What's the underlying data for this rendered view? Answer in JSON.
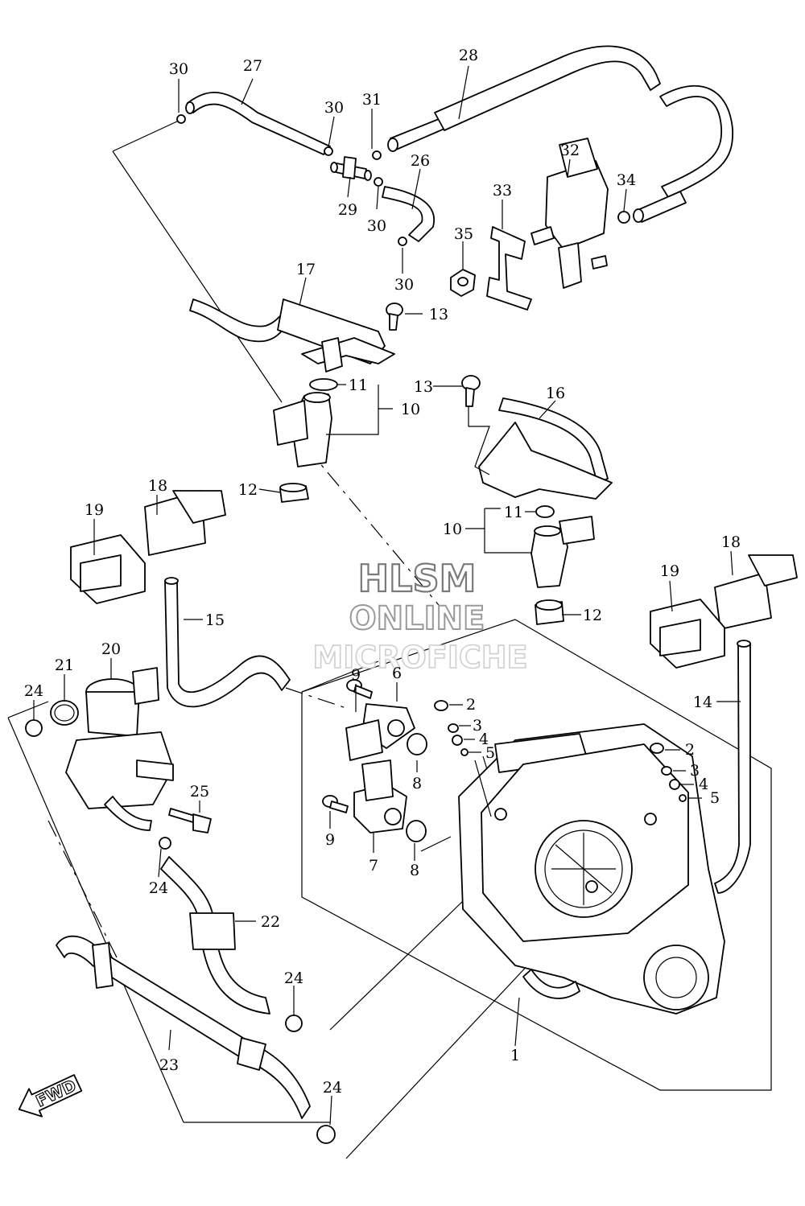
{
  "watermark": {
    "line1": "HLSM",
    "line2": "ONLINE",
    "line3": "MICROFICHE"
  },
  "direction_arrow": {
    "label": "FWD"
  },
  "callouts": [
    "1",
    "2",
    "3",
    "4",
    "5",
    "6",
    "7",
    "8",
    "9",
    "10",
    "11",
    "12",
    "13",
    "14",
    "15",
    "16",
    "17",
    "18",
    "19",
    "20",
    "21",
    "22",
    "23",
    "24",
    "25",
    "26",
    "27",
    "28",
    "29",
    "30",
    "31",
    "32",
    "33",
    "34",
    "35"
  ]
}
